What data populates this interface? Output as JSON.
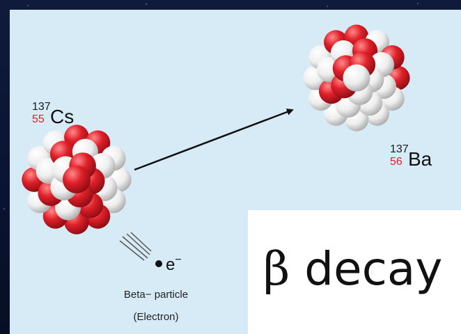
{
  "parent": {
    "mass": "137",
    "z": "55",
    "symbol": "Cs"
  },
  "daughter": {
    "mass": "137",
    "z": "56",
    "symbol": "Ba"
  },
  "electron": {
    "symbol": "e",
    "charge": "−"
  },
  "caption": {
    "line1": "Beta− particle",
    "line2": "(Electron)"
  },
  "title": {
    "greek": "β",
    "word": "decay"
  },
  "colors": {
    "proton": "#e0202a",
    "neutron": "#f4f4f4",
    "background": "#d7ebf7"
  }
}
